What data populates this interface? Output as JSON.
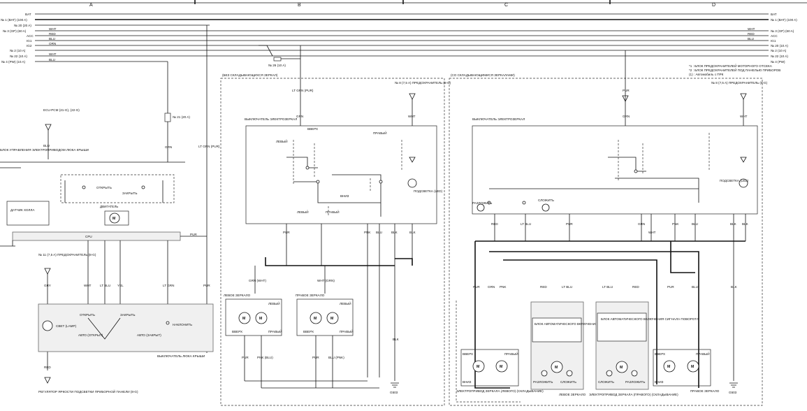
{
  "columns": [
    "A",
    "B",
    "C",
    "D"
  ],
  "left_bus": [
    {
      "label": "BAT",
      "wire": ""
    },
    {
      "label": "№ 1 (BAT) (100 A)",
      "wire": ""
    },
    {
      "label": "№ 20 (20 A)",
      "wire": ""
    },
    {
      "label": "№ 3 (GP) (60 A)",
      "wire": "WHT"
    },
    {
      "label": "ACC",
      "wire": "RED"
    },
    {
      "label": "IG1",
      "wire": "BLU"
    },
    {
      "label": "IG2",
      "wire": "ORN"
    },
    {
      "label": "№ 2 (10 A)",
      "wire": ""
    },
    {
      "label": "№ 22 (10 A)",
      "wire": "WHT"
    },
    {
      "label": "№ 4 (PW) (10 A)",
      "wire": "BLU"
    }
  ],
  "right_bus": [
    {
      "label": "BAT",
      "wire": ""
    },
    {
      "label": "№ 1 (BAT) (100 A)",
      "wire": ""
    },
    {
      "label": "№ 3 (GP) (60 A)",
      "wire": "WHT"
    },
    {
      "label": "ACC",
      "wire": "RED"
    },
    {
      "label": "IG1",
      "wire": "BLU"
    },
    {
      "label": "№ 20 (10 A)",
      "wire": ""
    },
    {
      "label": "№ 2 (10 A)",
      "wire": ""
    },
    {
      "label": "№ 22 (10 A)",
      "wire": ""
    },
    {
      "label": "№ 4 (PW)",
      "wire": ""
    }
  ],
  "notes": [
    "*1 : БЛОК ПРЕДОХРАНИТЕЛЕЙ МОТОРНОГО ОТСЕКА",
    "*2 : БЛОК ПРЕДОХРАНИТЕЛЕЙ ПОД ПАНЕЛЬЮ ПРИБОРОВ",
    "(1) : Автомобиль с ПРК"
  ],
  "section_a": {
    "ecu_label": "БЛОК УПРАВЛЕНИЯ ЭЛЕКТРОПРИВОДОМ ЛЮКА КРЫШИ",
    "relay_fuse": "№ 21 (20 A)",
    "hood_fuse": "ECU-PCM (21-G), (22-G)",
    "open": "ОТКРЫТЬ",
    "close": "ЗАКРЫТЬ",
    "motor": "ДВИГАТЕЛЬ",
    "sensor": "ДАТЧИК ХОЛЛА",
    "cpu": "CPU",
    "fuse_11": "№ 11 (7,5 A) ПРЕДОХРАНИТЕЛЬ (8-G)",
    "light": "СВЕТ (LAMP)",
    "auto_open": "АВТО (ОТКРЫТ)",
    "auto_close": "АВТО (ЗАКРЫТ)",
    "tilt": "НАКЛОНИТЬ",
    "switch": "ВЫКЛЮЧАТЕЛЬ ЛЮКА КРЫШИ",
    "regulator": "РЕГУЛЯТОР ЯРКОСТИ ПОДСВЕТКИ ПРИБОРНОЙ ПАНЕЛИ (8-G)",
    "wires": [
      "WHT",
      "LT BLU",
      "YEL",
      "LT GRN",
      "PUR",
      "GRY",
      "RED",
      "LT GRN (PUR)",
      "BLU",
      "GRN"
    ]
  },
  "section_b": {
    "title": "(БЕЗ СКЛАДЫВАЮЩИХСЯ ЗЕРКАЛ)",
    "fuse_26": "№ 26 (10 A)",
    "fuse_8": "№ 8 (7,5 A) ПРЕДОХРАНИТЕЛЬ (8-G)",
    "switch": "ВЫКЛЮЧАТЕЛЬ ЭЛЕКТРОЗЕРКАЛ",
    "left": "ЛЕВЫЙ",
    "right": "ПРАВЫЙ",
    "up": "ВВЕРХ",
    "down": "ВНИЗ",
    "backlight": "ПОДСВЕТКА (LED)",
    "left_mirror": "ЛЕВОЕ ЗЕРКАЛО",
    "right_mirror": "ПРАВОЕ ЗЕРКАЛО",
    "ground": "G503",
    "wires": [
      "LT GRN (PUR)",
      "GRN",
      "PUR",
      "WHT",
      "PNK",
      "BLU",
      "GRN (WHT)",
      "WHT (GRN)",
      "PNK (BLU)",
      "BLU (PNK)",
      "BLK"
    ]
  },
  "section_cd": {
    "title": "(СО СКЛАДЫВАЮЩИМИСЯ ЗЕРКАЛАМИ)",
    "fuse_8": "№ 8 (7,5 A) ПРЕДОХРАНИТЕЛЬ (8-G)",
    "switch": "ВЫКЛЮЧАТЕЛЬ ЭЛЕКТРОЗЕРКАЛ",
    "unfold": "РАЗЛОЖИТЬ",
    "fold": "СЛОЖИТЬ",
    "backlight": "ПОДСВЕТКА (LED)",
    "turn_unit": "БЛОК АВТОМАТИЧЕСКОГО ВКЛЮЧЕНИЯ СИГНАЛА ПОВОРОТА",
    "left_mirror_caption": "ЭЛЕКТРОПРИВОД ЗЕРКАЛА (ЛЕВОГО) (СКЛАДЫВАНИЕ)",
    "right_mirror_caption": "ЭЛЕКТРОПРИВОД ЗЕРКАЛА (ПРАВОГО) (СКЛАДЫВАНИЕ)",
    "left_mirror": "ЛЕВОЕ ЗЕРКАЛО",
    "right_mirror": "ПРАВОЕ ЗЕРКАЛО",
    "ground": "G503",
    "wires": [
      "RED",
      "LT BLU",
      "PUR",
      "GRN",
      "WHT",
      "PNK",
      "BLU",
      "BLK"
    ]
  }
}
